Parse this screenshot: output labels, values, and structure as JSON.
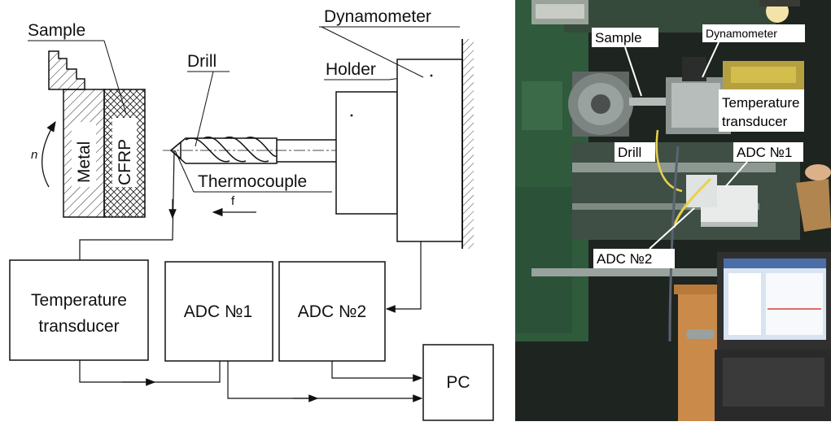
{
  "diagram": {
    "labels": {
      "sample": "Sample",
      "drill": "Drill",
      "holder": "Holder",
      "dynamometer": "Dynamometer",
      "thermocouple": "Thermocouple",
      "metal": "Metal",
      "cfrp": "CFRP",
      "rotation": "n",
      "feed": "f"
    },
    "boxes": {
      "temperature_transducer": [
        "Temperature",
        "transducer"
      ],
      "adc1": "ADC №1",
      "adc2": "ADC №2",
      "pc": "PC"
    }
  },
  "photo": {
    "labels": {
      "sample": "Sample",
      "dynamometer": "Dynamometer",
      "temperature_transducer": [
        "Temperature",
        "transducer"
      ],
      "drill": "Drill",
      "adc1": "ADC №1",
      "adc2": "ADC №2"
    },
    "colors": {
      "machine_green": "#2f5a3c",
      "dark": "#1b1d1b",
      "table": "#c98a4a",
      "screen": "#d9e4f2",
      "label_bg": "#ffffff"
    }
  }
}
